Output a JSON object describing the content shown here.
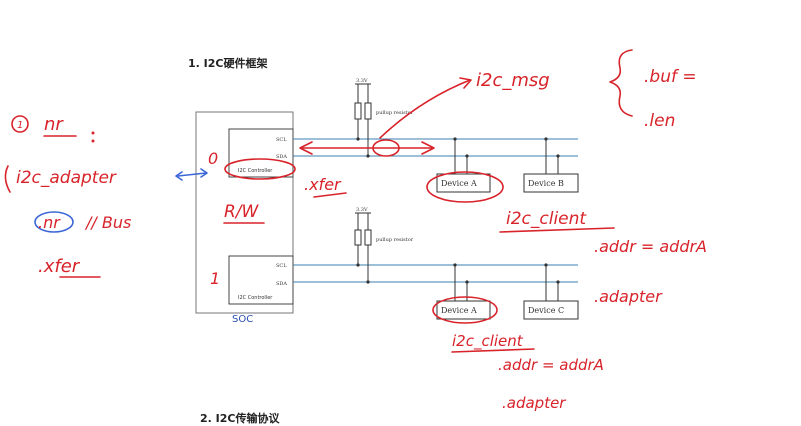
{
  "headings": {
    "section1": "1. I2C硬件框架",
    "section2": "2. I2C传输协议"
  },
  "diagram": {
    "controllers": [
      {
        "scl": "SCL",
        "sda": "SDA",
        "name": "I2C Controller"
      },
      {
        "scl": "SCL",
        "sda": "SDA",
        "name": "I2C Controller"
      }
    ],
    "soc_label": "SOC",
    "bus1": {
      "voltage": "3.3V",
      "resistor_label": "pullup resistor",
      "devices": [
        "Device A",
        "Device B"
      ]
    },
    "bus2": {
      "voltage": "3.3V",
      "resistor_label": "pullup resistor",
      "devices": [
        "Device A",
        "Device C"
      ]
    }
  },
  "annotations": {
    "bus_index_0": "0",
    "bus_index_1": "1",
    "circled_one": "1",
    "nr_top": "nr",
    "i2c_adapter": "i2c_adapter",
    "nr": ".nr",
    "bus_comment": "// Bus",
    "xfer_left": ".xfer",
    "xfer_mid": ".xfer",
    "rw": "R/W",
    "i2c_msg": "i2c_msg",
    "buf": ".buf =",
    "len": ".len",
    "client1": "i2c_client",
    "addr1": ".addr = addrA",
    "adapter1": ".adapter",
    "client2": "i2c_client",
    "addr2": ".addr = addrA",
    "adapter2": ".adapter"
  },
  "colors": {
    "ink_red": "#d8232a",
    "ink_blue": "#3b66d6",
    "bus_line": "#3d7fb0"
  }
}
